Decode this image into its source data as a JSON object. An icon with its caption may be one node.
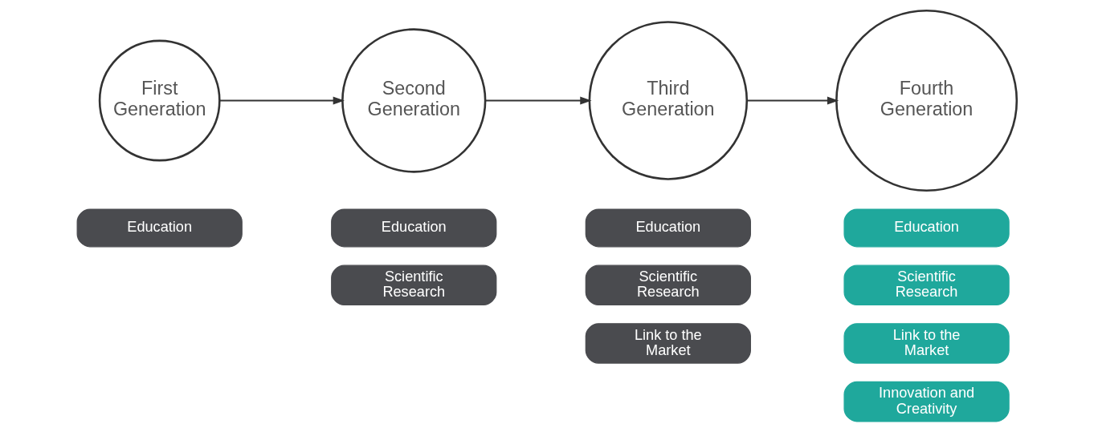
{
  "diagram": {
    "nodes": [
      {
        "text": [
          "First Generation"
        ]
      },
      {
        "text": [
          "Second Generation"
        ]
      },
      {
        "text": [
          "Third Generation"
        ]
      },
      {
        "text": [
          "Fourth Generation"
        ]
      },
      {
        "text": [
          "Education"
        ]
      },
      {
        "text": [
          "Education"
        ]
      },
      {
        "text": [
          "Scientific Research"
        ]
      },
      {
        "text": [
          "Education"
        ]
      },
      {
        "text": [
          "Scientific Research"
        ]
      },
      {
        "text": [
          "Link to the Market"
        ]
      },
      {
        "text": [
          "Education"
        ]
      },
      {
        "text": [
          "Scientific Research"
        ]
      },
      {
        "text": [
          "Link to the Market"
        ]
      },
      {
        "text": [
          "Innovation and Creativity"
        ]
      }
    ],
    "edges": [
      {
        "from": 0,
        "to": 1,
        "arrow": "to"
      },
      {
        "from": 1,
        "to": 2,
        "arrow": "to"
      },
      {
        "from": 2,
        "to": 3,
        "arrow": "to"
      }
    ]
  }
}
